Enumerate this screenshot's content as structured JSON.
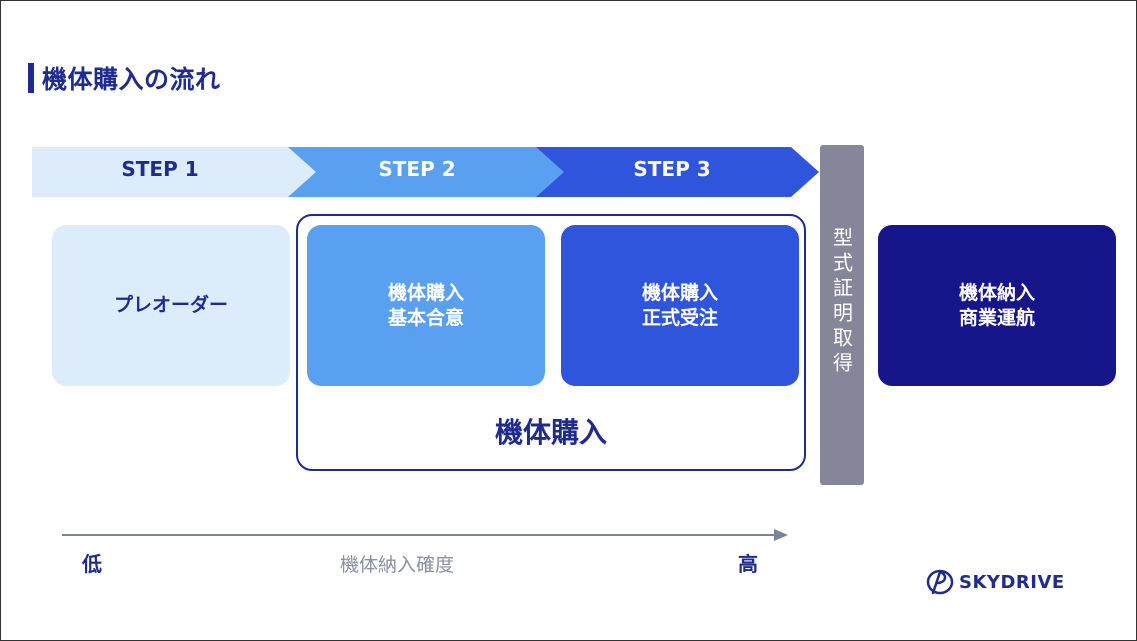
{
  "title": "機体購入の流れ",
  "steps": [
    {
      "label": "STEP 1",
      "color": "#dcecfb",
      "text_color": "#1f2b8f"
    },
    {
      "label": "STEP 2",
      "color": "#5aa0f0",
      "text_color": "#ffffff"
    },
    {
      "label": "STEP 3",
      "color": "#2f55dc",
      "text_color": "#ffffff"
    }
  ],
  "boxes": [
    {
      "label": "プレオーダー",
      "color": "#dcecfb",
      "text_color": "#1f2b8f"
    },
    {
      "label": "機体購入\n基本合意",
      "color": "#5aa0f0",
      "text_color": "#ffffff"
    },
    {
      "label": "機体購入\n正式受注",
      "color": "#2f55dc",
      "text_color": "#ffffff"
    },
    {
      "label": "機体納入\n商業運航",
      "color": "#17158a",
      "text_color": "#ffffff"
    }
  ],
  "group_label": "機体購入",
  "certification_label": "型式証明取得",
  "axis": {
    "low": "低",
    "title": "機体納入確度",
    "high": "高"
  },
  "logo": {
    "text": "SKYDRIVE",
    "icon": "skydrive-logo-icon"
  }
}
